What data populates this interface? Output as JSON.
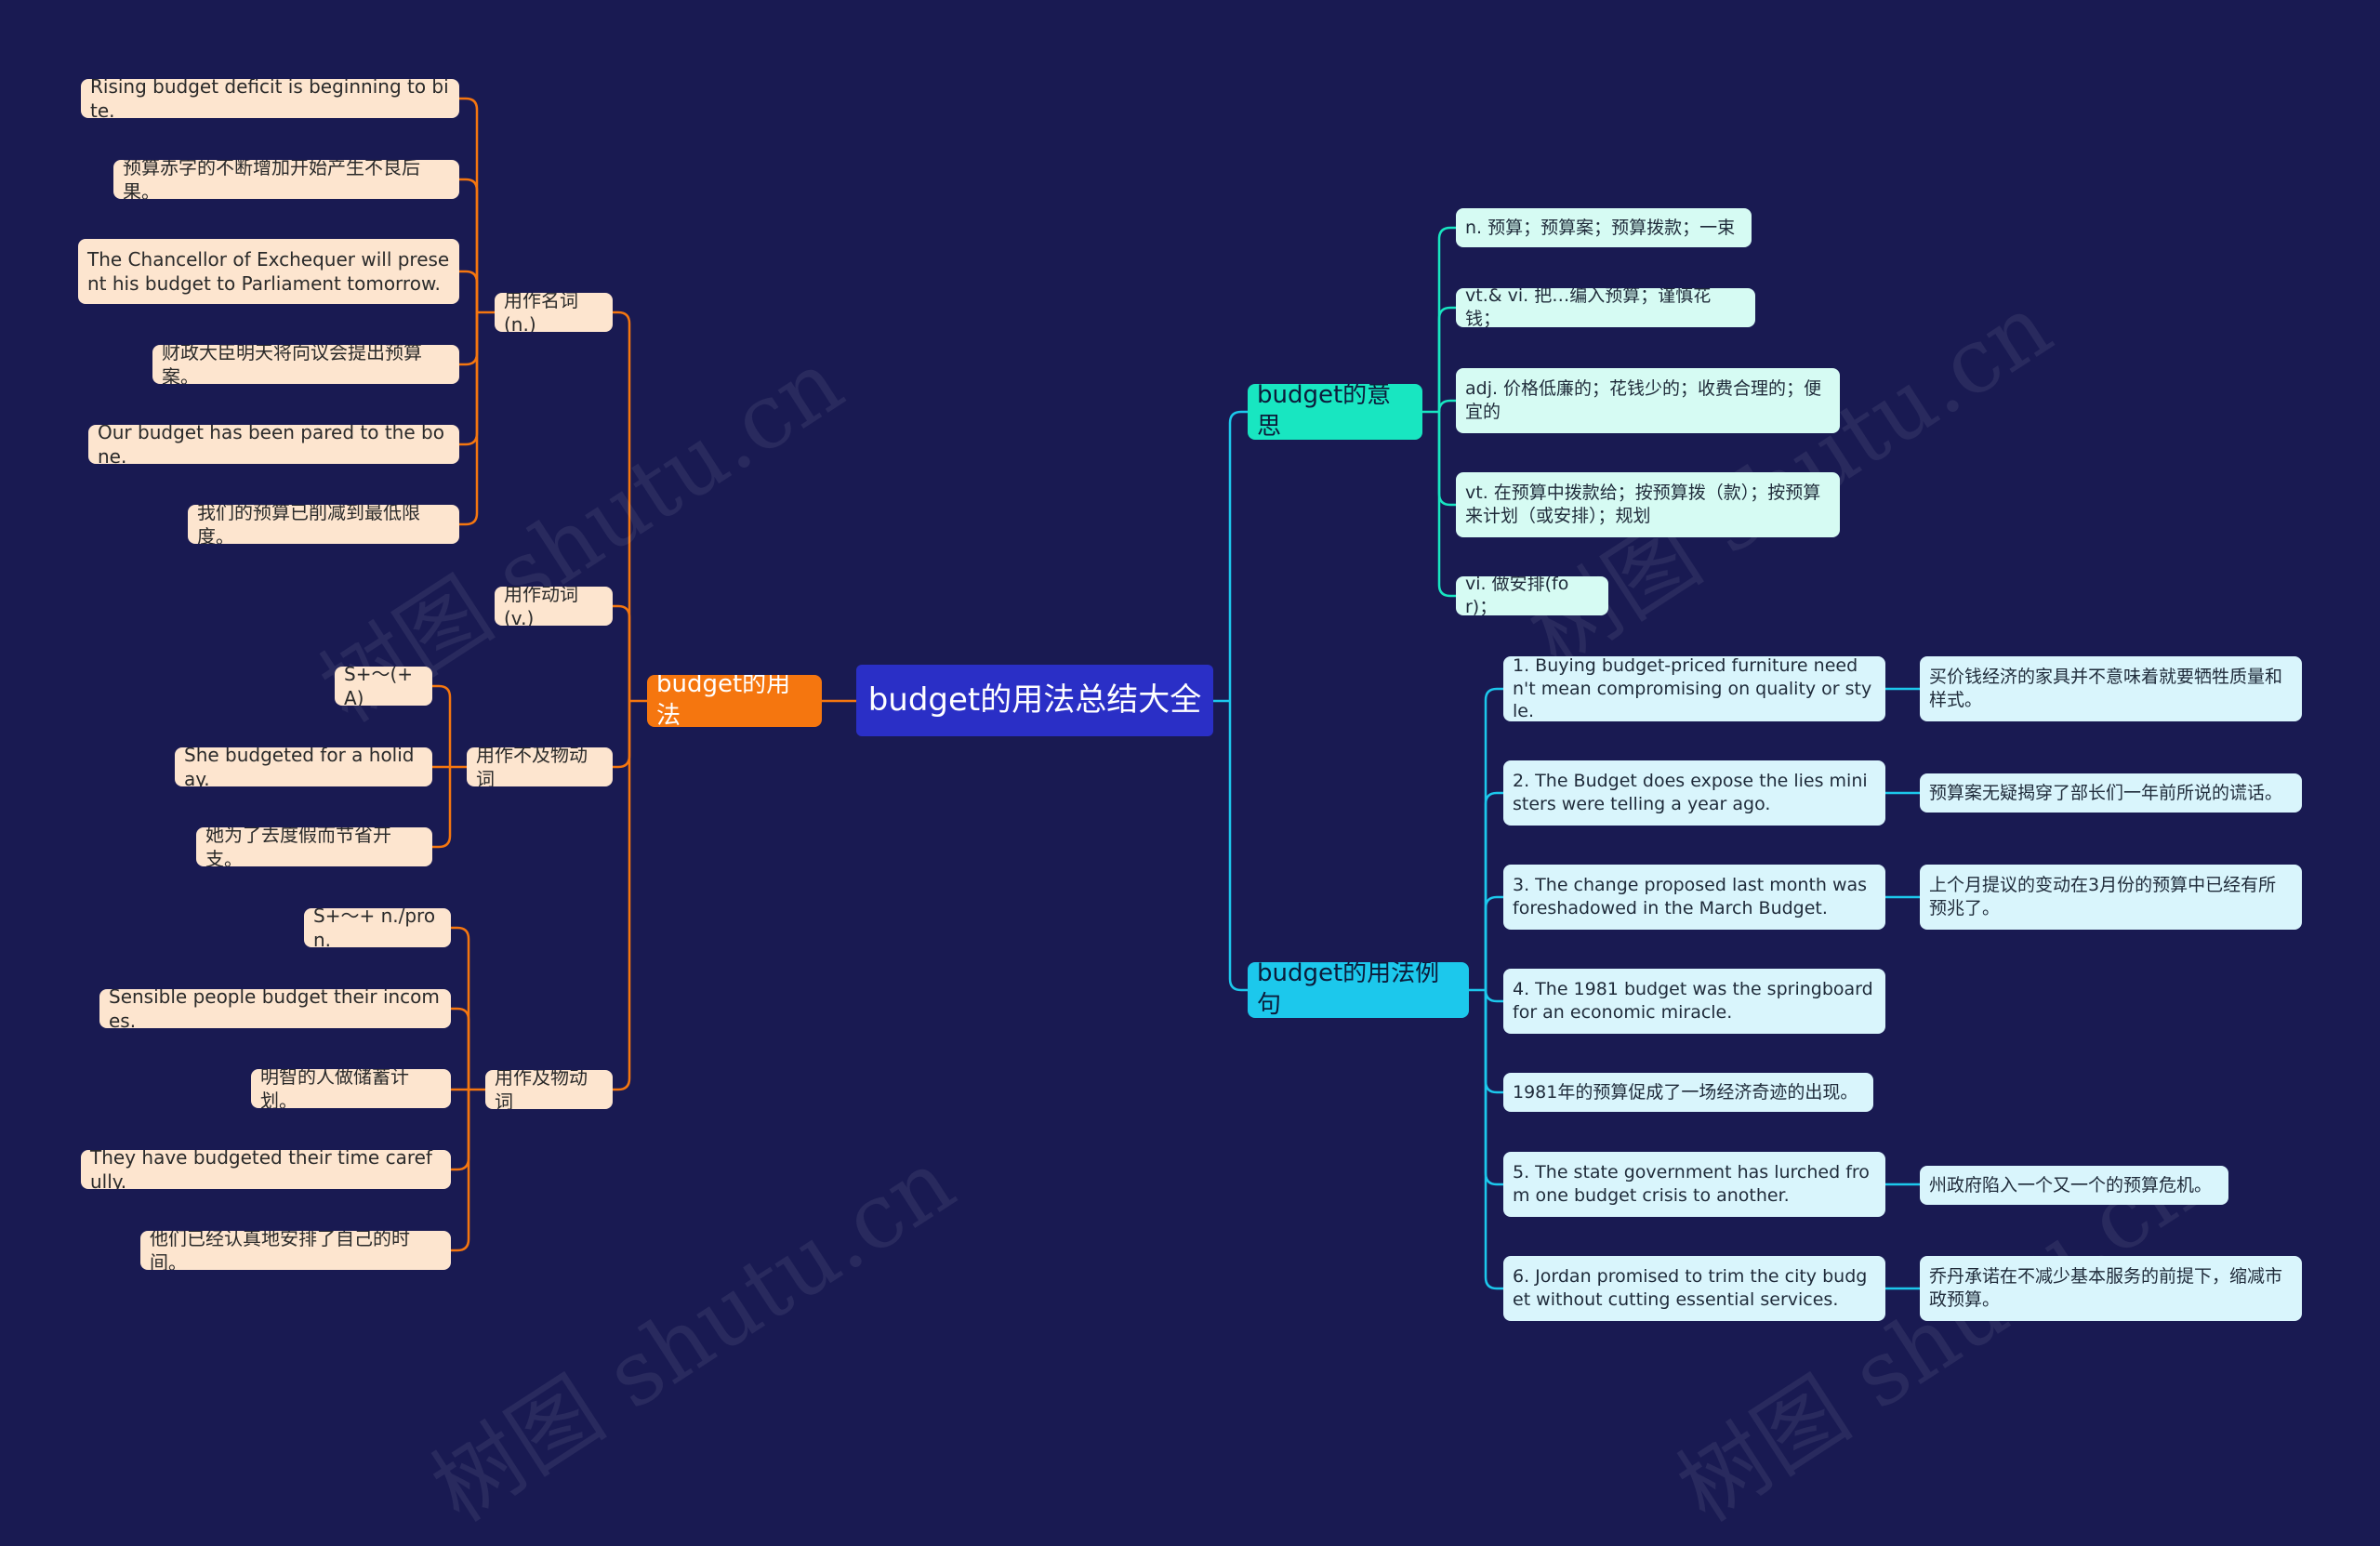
{
  "root": {
    "label": "budget的用法总结大全"
  },
  "watermark": "树图 shutu.cn",
  "colors": {
    "background": "#191a52",
    "root": "#2a2fc6",
    "usage_branch": "#f5760f",
    "meaning_branch": "#18e6c1",
    "examples_branch": "#1cc8ec",
    "usage_link": "#f5760f",
    "meaning_link": "#18e6c1",
    "examples_link": "#1cc8ec"
  },
  "usage": {
    "label": "budget的用法",
    "groups": [
      {
        "label": "用作名词(n.)",
        "items": [
          "Rising budget deficit is beginning to bite.",
          "预算赤字的不断增加开始产生不良后果。",
          "The Chancellor of Exchequer will present his budget to Parliament tomorrow.",
          "财政大臣明天将向议会提出预算案。",
          "Our budget has been pared to the bone.",
          "我们的预算已削减到最低限度。"
        ]
      },
      {
        "label": "用作动词(v.)",
        "items": []
      },
      {
        "label": "用作不及物动词",
        "items": [
          "S+～(+A)",
          "She budgeted for a holiday.",
          "她为了去度假而节省开支。"
        ]
      },
      {
        "label": "用作及物动词",
        "items": [
          "S+～+ n./pron.",
          "Sensible people budget their incomes.",
          "明智的人做储蓄计划。",
          "They have budgeted their time carefully.",
          "他们已经认真地安排了自己的时间。"
        ]
      }
    ]
  },
  "meaning": {
    "label": "budget的意思",
    "items": [
      "n. 预算；预算案；预算拨款；一束",
      "vt.& vi. 把…编入预算；谨慎花钱；",
      "adj. 价格低廉的；花钱少的；收费合理的；便宜的",
      "vt. 在预算中拨款给；按预算拨（款）；按预算来计划（或安排）；规划",
      "vi. 做安排(for)；"
    ]
  },
  "examples": {
    "label": "budget的用法例句",
    "items": [
      {
        "en": "1. Buying budget-priced furniture needn't mean compromising on quality or style.",
        "zh": "买价钱经济的家具并不意味着就要牺牲质量和样式。"
      },
      {
        "en": "2. The Budget does expose the lies ministers were telling a year ago.",
        "zh": "预算案无疑揭穿了部长们一年前所说的谎话。"
      },
      {
        "en": "3. The change proposed last month was foreshadowed in the March Budget.",
        "zh": "上个月提议的变动在3月份的预算中已经有所预兆了。"
      },
      {
        "en": "4. The 1981 budget was the springboard for an economic miracle.",
        "zh": ""
      },
      {
        "en": "1981年的预算促成了一场经济奇迹的出现。",
        "zh": ""
      },
      {
        "en": "5. The state government has lurched from one budget crisis to another.",
        "zh": "州政府陷入一个又一个的预算危机。"
      },
      {
        "en": "6. Jordan promised to trim the city budget without cutting essential services.",
        "zh": "乔丹承诺在不减少基本服务的前提下，缩减市政预算。"
      }
    ]
  }
}
